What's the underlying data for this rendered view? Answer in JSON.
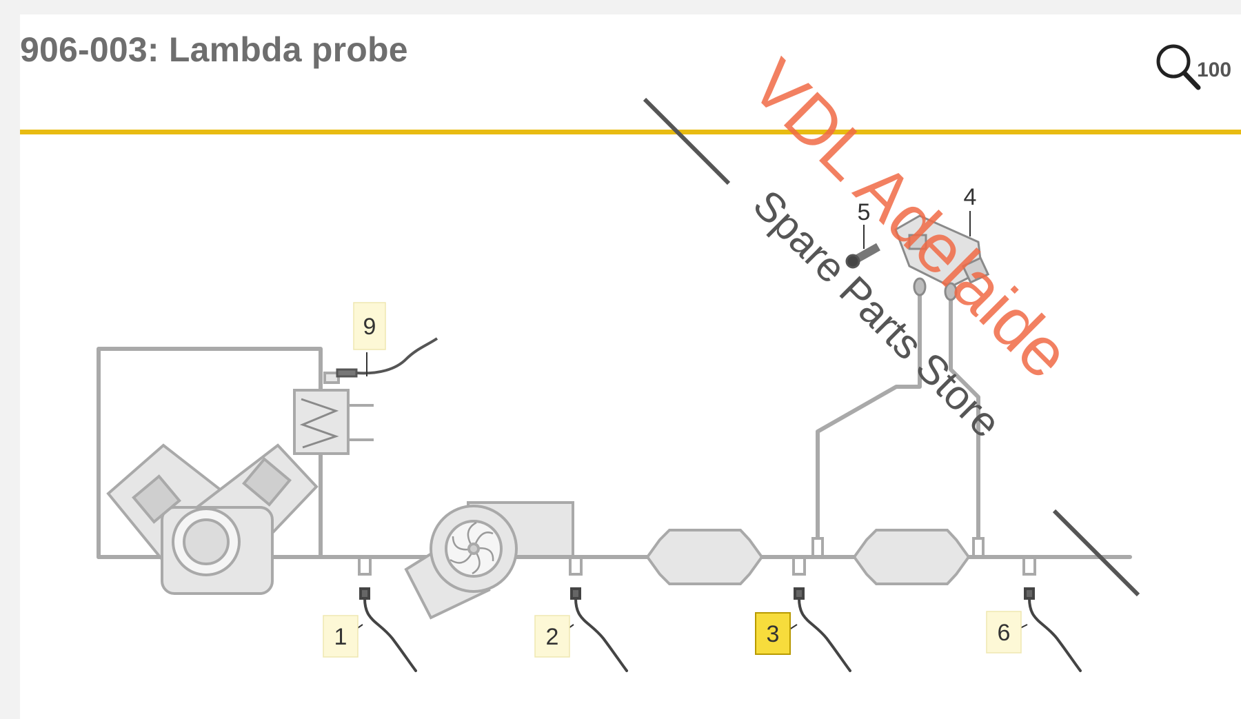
{
  "page": {
    "title": "906-003: Lambda probe",
    "zoom_label": "100",
    "accent_color": "#e8bb12"
  },
  "diagram": {
    "callouts": [
      {
        "id": "1",
        "label": "1",
        "highlighted": false
      },
      {
        "id": "2",
        "label": "2",
        "highlighted": false
      },
      {
        "id": "3",
        "label": "3",
        "highlighted": true
      },
      {
        "id": "4",
        "label": "4",
        "highlighted": false
      },
      {
        "id": "5",
        "label": "5",
        "highlighted": false
      },
      {
        "id": "6",
        "label": "6",
        "highlighted": false
      },
      {
        "id": "9",
        "label": "9",
        "highlighted": false
      }
    ],
    "callout_box_color": "#fdf8d6",
    "callout_highlight_color": "#f7dc3c",
    "line_color": "#a9a9a9",
    "part_fill": "#e6e6e6"
  },
  "watermark": {
    "line1": "VDL Adelaide",
    "line2": "Spare Parts Store",
    "line1_color": "#f06a45",
    "line2_color": "#555555"
  }
}
